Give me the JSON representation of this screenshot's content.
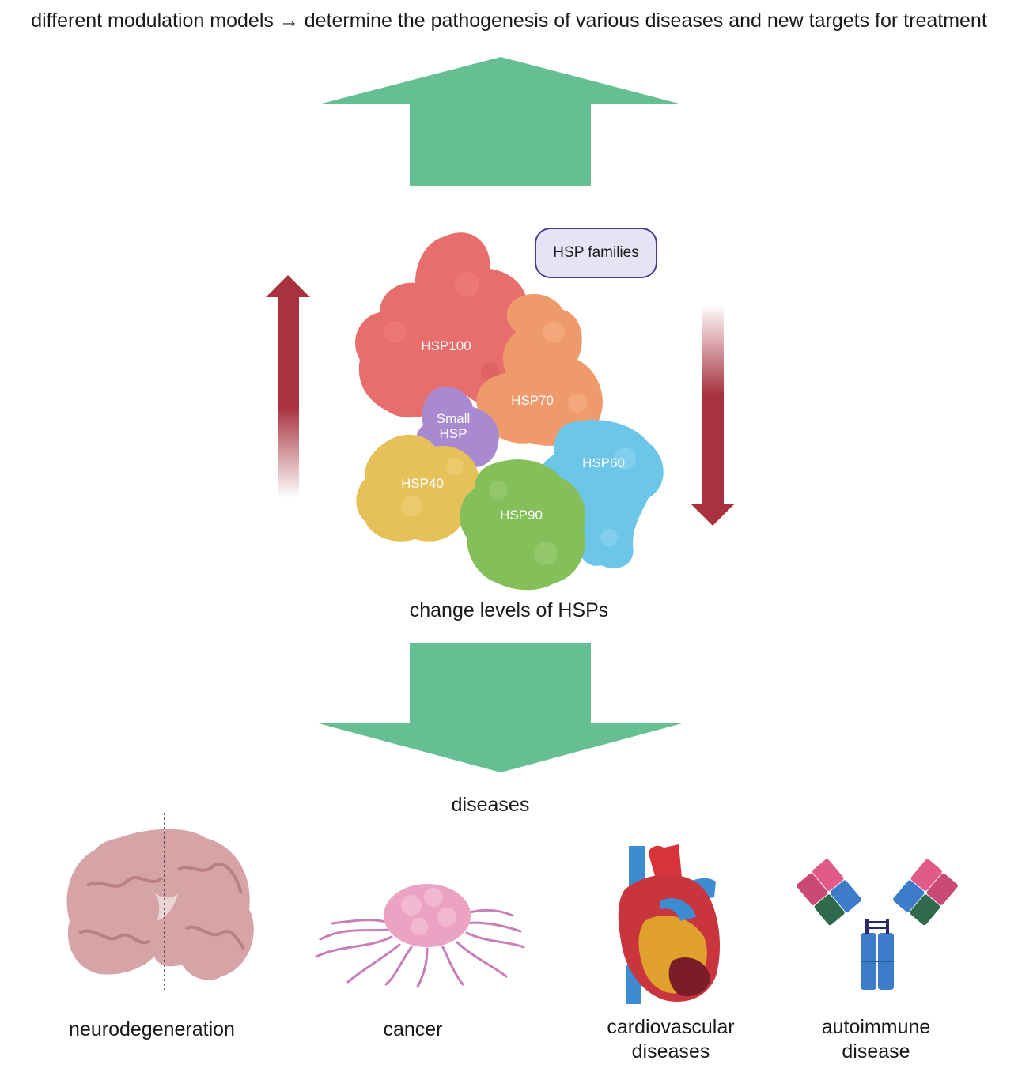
{
  "header": {
    "caption": "different modulation models → determine the pathogenesis of various diseases and new targets for treatment"
  },
  "legend": {
    "label": "HSP families"
  },
  "hsp_families": [
    {
      "name": "HSP100",
      "color": "#e86d6d"
    },
    {
      "name": "HSP70",
      "color": "#ef9a6b"
    },
    {
      "name": "Small HSP",
      "color": "#a98ad0"
    },
    {
      "name": "HSP60",
      "color": "#6cc6e8"
    },
    {
      "name": "HSP40",
      "color": "#e6c15a"
    },
    {
      "name": "HSP90",
      "color": "#84bf5a"
    }
  ],
  "center": {
    "caption": "change levels of HSPs"
  },
  "diseases": {
    "caption": "diseases",
    "items": [
      {
        "label": "neurodegeneration",
        "icon": "brain-icon"
      },
      {
        "label": "cancer",
        "icon": "tumor-icon"
      },
      {
        "label": "cardiovascular\ndiseases",
        "icon": "heart-icon"
      },
      {
        "label": "autoimmune\ndisease",
        "icon": "antibody-icon"
      }
    ]
  },
  "colors": {
    "green_arrow": "#66bf93",
    "red_arrow": "#a8323f",
    "legend_border": "#4b3a8e",
    "legend_fill": "#e5e3f6"
  }
}
